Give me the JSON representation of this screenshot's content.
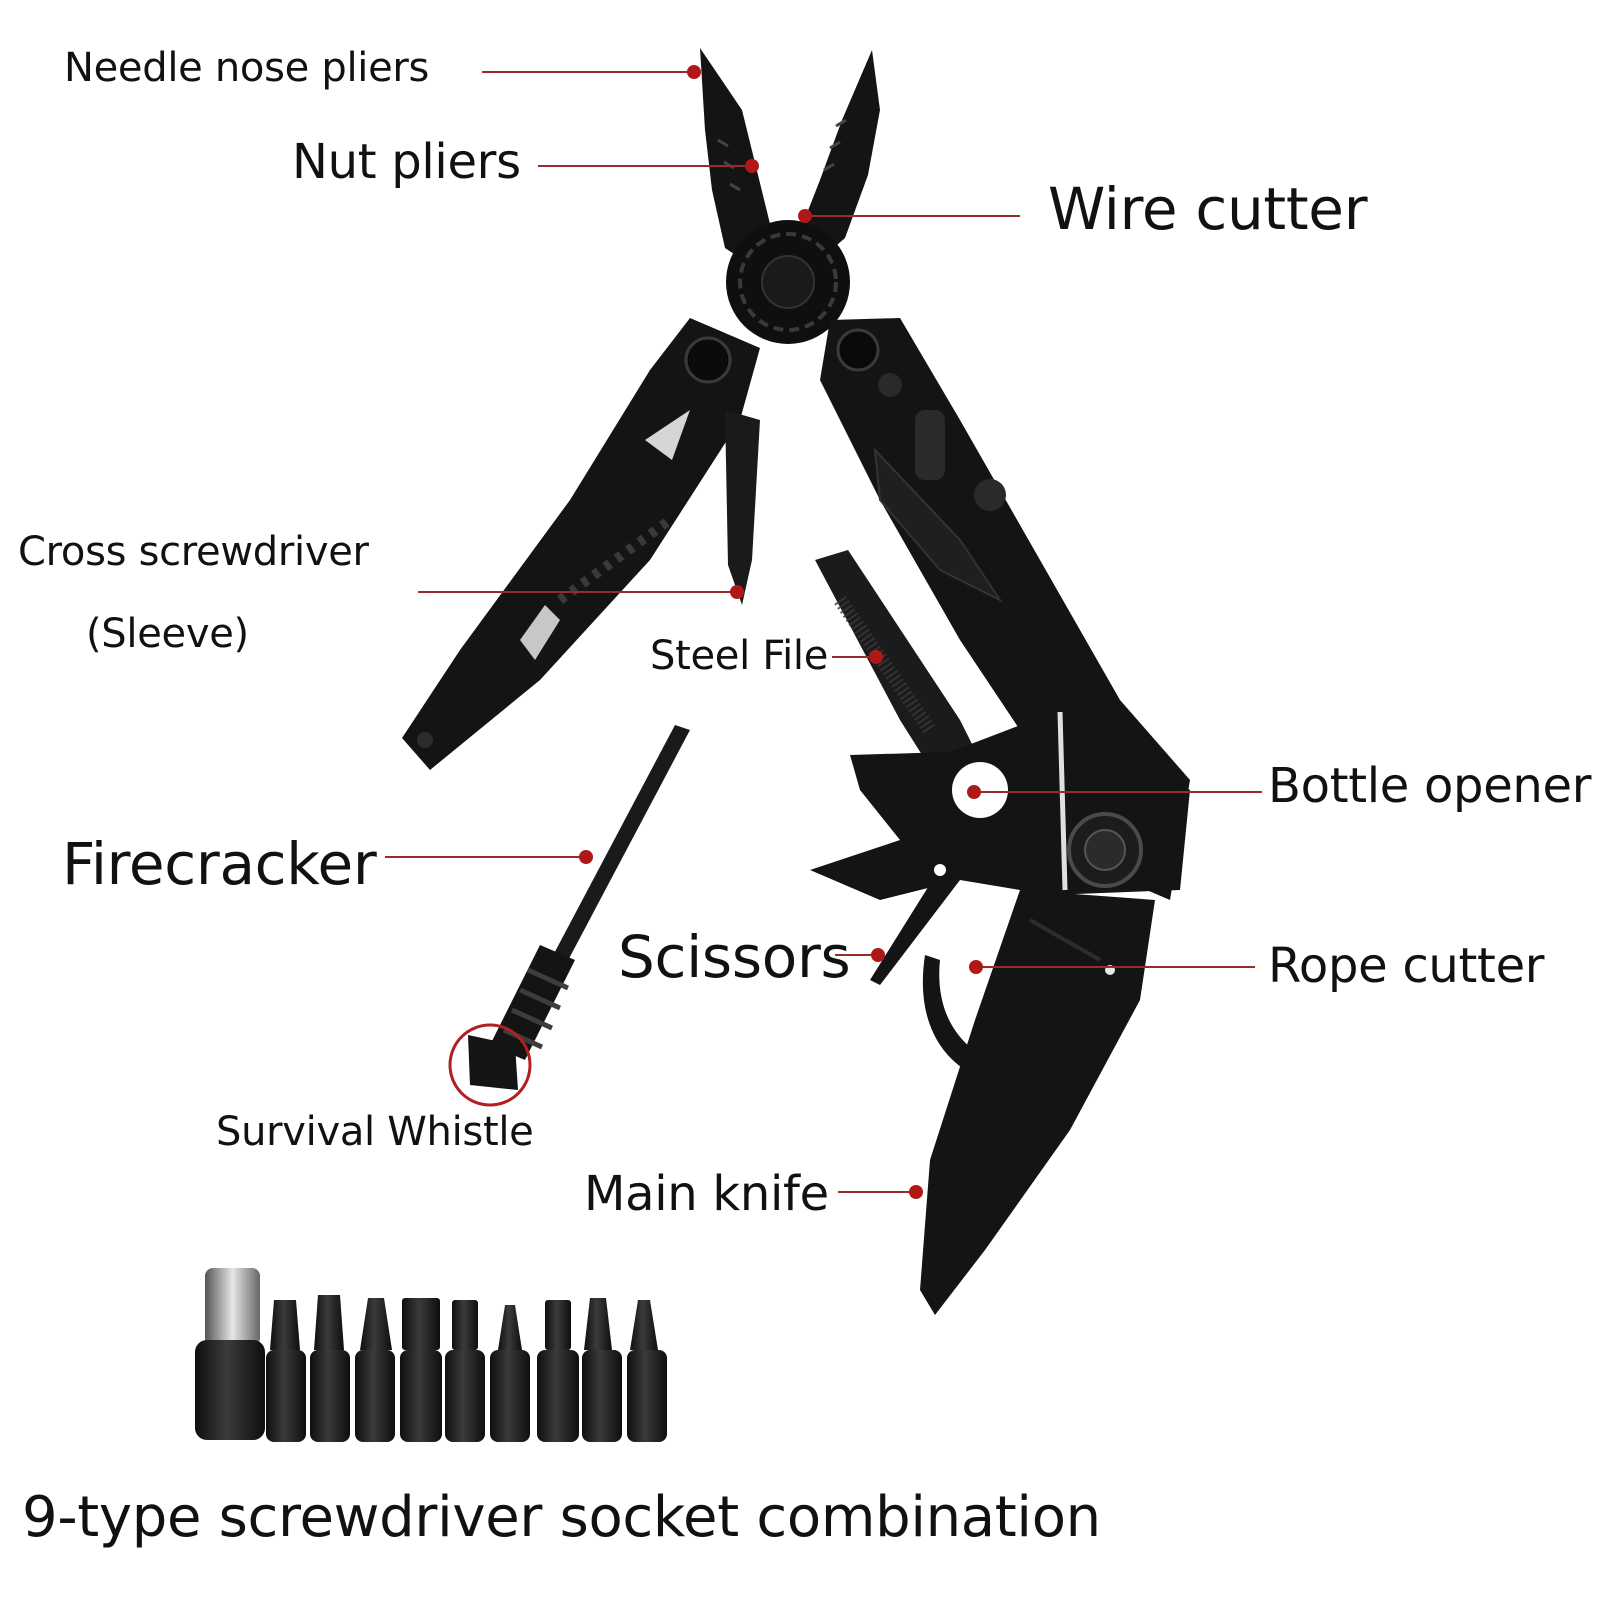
{
  "colors": {
    "tool_body": "#141414",
    "tool_highlight": "#3a3a3a",
    "leader_line": "#9b2a2a",
    "leader_dot": "#b01818",
    "whistle_ring": "#b02020",
    "background": "#ffffff"
  },
  "labels": {
    "needle_nose": "Needle nose pliers",
    "nut_pliers": "Nut pliers",
    "wire_cutter": "Wire cutter",
    "cross_screwdriver": "Cross screwdriver",
    "sleeve": "(Sleeve)",
    "steel_file": "Steel File",
    "bottle_opener": "Bottle opener",
    "firecracker": "Firecracker",
    "scissors": "Scissors",
    "rope_cutter": "Rope cutter",
    "survival_whistle": "Survival Whistle",
    "main_knife": "Main knife",
    "socket_combo": "9-type screwdriver socket combination"
  }
}
